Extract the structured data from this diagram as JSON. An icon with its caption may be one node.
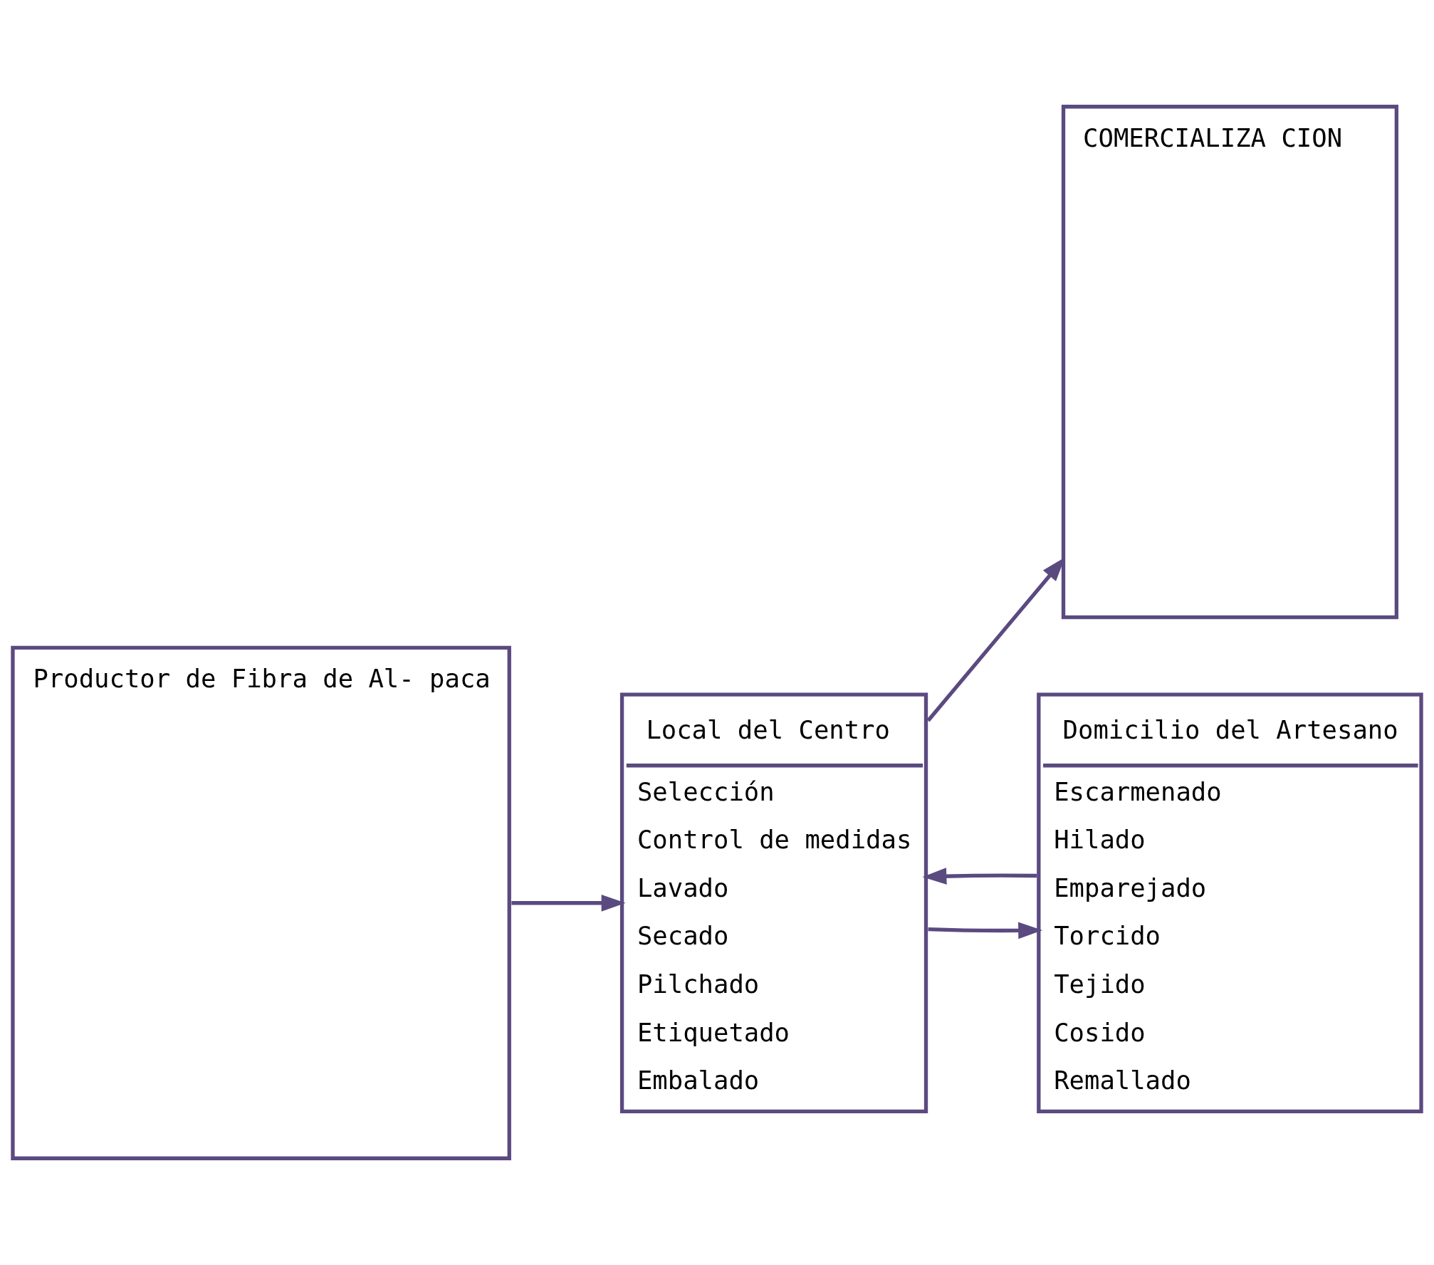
{
  "diagram": {
    "nodes": [
      {
        "text": [
          "Productor de Fibra de Al- paca"
        ]
      },
      {
        "text": [
          "Local del Centro",
          "Selección",
          "Control de medidas",
          "Lavado",
          "Secado",
          "Pilchado",
          "Etiquetado",
          "Embalado"
        ]
      },
      {
        "text": [
          "COMERCIALIZA CION"
        ]
      },
      {
        "text": [
          "Domicilio del Artesano",
          "Escarmenado",
          "Hilado",
          "Emparejado",
          "Torcido",
          "Tejido",
          "Cosido",
          "Remallado"
        ]
      }
    ],
    "edges": [
      {
        "from": 0,
        "to": 1,
        "arrow": "to"
      },
      {
        "from": 1,
        "to": 2,
        "arrow": "to"
      },
      {
        "from": 1,
        "to": 3,
        "arrow": "to"
      },
      {
        "from": 3,
        "to": 1,
        "arrow": "to"
      }
    ]
  }
}
